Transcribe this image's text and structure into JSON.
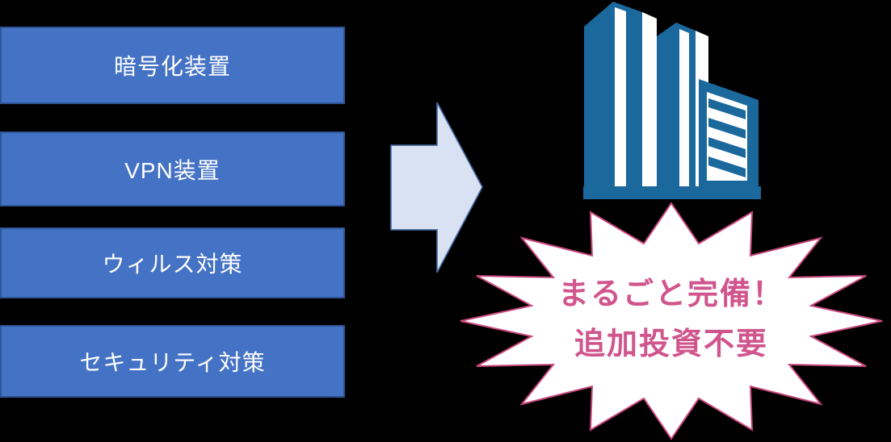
{
  "colors": {
    "background": "#000000",
    "box-fill": "#4472C4",
    "box-border": "#2F5597",
    "box-text": "#FFFFFF",
    "arrow-fill": "#D9E2F3",
    "arrow-border": "#44679E",
    "building-blue": "#1B699C",
    "building-white": "#FFFFFF",
    "burst-fill": "#FFFFFF",
    "burst-border": "#C9487E",
    "burst-text": "#D0558C"
  },
  "boxes": [
    {
      "label": "暗号化装置"
    },
    {
      "label": "VPN装置"
    },
    {
      "label": "ウィルス対策"
    },
    {
      "label": "セキュリティ対策"
    }
  ],
  "icons": {
    "arrow": "right-arrow-icon",
    "building": "office-building-icon",
    "burst": "starburst-shape"
  },
  "burst": {
    "line1": "まるごと完備！",
    "line2": "追加投資不要"
  }
}
